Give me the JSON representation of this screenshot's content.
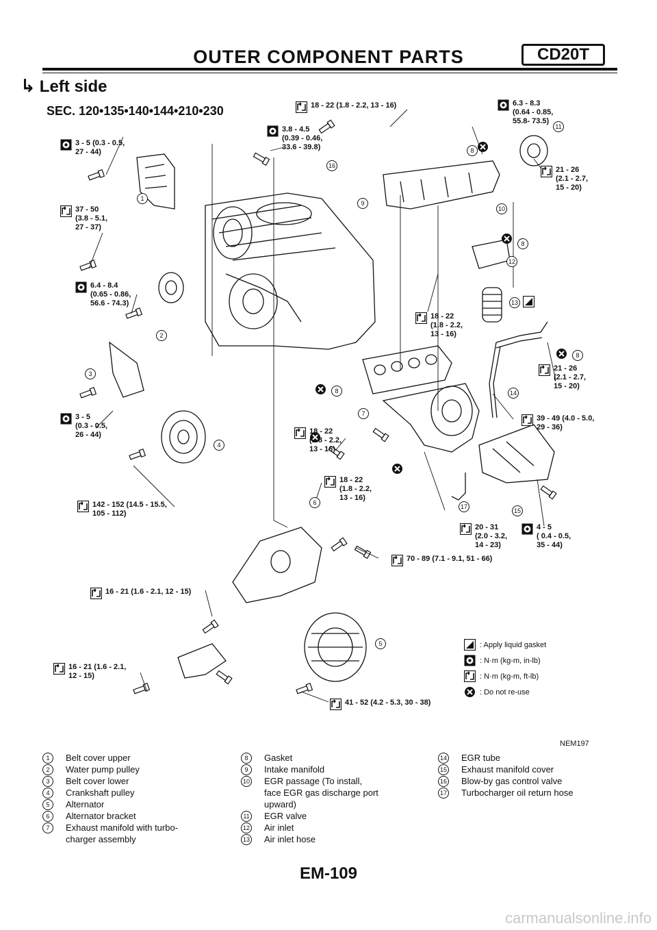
{
  "header": {
    "title": "OUTER COMPONENT PARTS",
    "engine": "CD20T"
  },
  "section": {
    "title": "Left side",
    "sec": "SEC. 120•135•140•144•210•230"
  },
  "torques": [
    {
      "text": "3 - 5 (0.3 - 0.5,\n27 - 44)",
      "unit": "nm-inlb"
    },
    {
      "text": "37 - 50\n(3.8 - 5.1,\n27 - 37)",
      "unit": "nm-ftlb"
    },
    {
      "text": "6.4 - 8.4\n(0.65 - 0.86,\n56.6 - 74.3)",
      "unit": "nm-inlb"
    },
    {
      "text": "3 - 5\n(0.3 - 0.5,\n26 - 44)",
      "unit": "nm-inlb"
    },
    {
      "text": "142 - 152 (14.5 - 15.5,\n105 - 112)",
      "unit": "nm-ftlb"
    },
    {
      "text": "18 - 22 (1.8 - 2.2, 13 - 16)",
      "unit": "nm-ftlb"
    },
    {
      "text": "3.8 - 4.5\n(0.39 - 0.46,\n33.6 - 39.8)",
      "unit": "nm-inlb"
    },
    {
      "text": "6.3 - 8.3\n(0.64 - 0.85,\n55.8- 73.5)",
      "unit": "nm-inlb"
    },
    {
      "text": "21 - 26\n(2.1 - 2.7,\n15 - 20)",
      "unit": "nm-ftlb"
    },
    {
      "text": "18 - 22\n(1.8 - 2.2,\n13 - 16)",
      "unit": "nm-ftlb"
    },
    {
      "text": "21 - 26\n(2.1 - 2.7,\n15 - 20)",
      "unit": "nm-ftlb"
    },
    {
      "text": "39 - 49 (4.0 - 5.0,\n29 - 36)",
      "unit": "nm-ftlb"
    },
    {
      "text": "18 - 22\n(1.8 - 2.2,\n13 - 16)",
      "unit": "nm-ftlb"
    },
    {
      "text": "18 - 22\n(1.8 - 2.2,\n13 - 16)",
      "unit": "nm-ftlb"
    },
    {
      "text": "20 - 31\n(2.0 - 3.2,\n14 - 23)",
      "unit": "nm-ftlb"
    },
    {
      "text": "4 - 5\n( 0.4 - 0.5,\n35 - 44)",
      "unit": "nm-inlb"
    },
    {
      "text": "70 - 89 (7.1 - 9.1, 51 - 66)",
      "unit": "nm-ftlb"
    },
    {
      "text": "16 - 21 (1.6 - 2.1, 12 - 15)",
      "unit": "nm-ftlb"
    },
    {
      "text": "16 - 21 (1.6 - 2.1,\n12 - 15)",
      "unit": "nm-ftlb"
    },
    {
      "text": "41 - 52 (4.2 - 5.3, 30 - 38)",
      "unit": "nm-ftlb"
    }
  ],
  "callouts": [
    "1",
    "2",
    "3",
    "4",
    "5",
    "6",
    "7",
    "8",
    "9",
    "10",
    "11",
    "12",
    "13",
    "14",
    "15",
    "16",
    "17"
  ],
  "legend": [
    {
      "icon": "liquid-gasket-icon",
      "text": ": Apply liquid gasket"
    },
    {
      "icon": "torque-inlb-icon",
      "text": ": N·m (kg-m, in-lb)"
    },
    {
      "icon": "torque-ftlb-icon",
      "text": ": N·m (kg-m, ft-lb)"
    },
    {
      "icon": "do-not-reuse-icon",
      "text": ": Do not re-use"
    }
  ],
  "ref": "NEM197",
  "parts": [
    {
      "num": "1",
      "name": "Belt cover upper"
    },
    {
      "num": "2",
      "name": "Water pump pulley"
    },
    {
      "num": "3",
      "name": "Belt cover lower"
    },
    {
      "num": "4",
      "name": "Crankshaft pulley"
    },
    {
      "num": "5",
      "name": "Alternator"
    },
    {
      "num": "6",
      "name": "Alternator bracket"
    },
    {
      "num": "7",
      "name": "Exhaust manifold with turbo-\ncharger assembly"
    },
    {
      "num": "8",
      "name": "Gasket"
    },
    {
      "num": "9",
      "name": "Intake manifold"
    },
    {
      "num": "10",
      "name": "EGR passage (To install,\nface EGR gas discharge port\nupward)"
    },
    {
      "num": "11",
      "name": "EGR valve"
    },
    {
      "num": "12",
      "name": "Air inlet"
    },
    {
      "num": "13",
      "name": "Air inlet hose"
    },
    {
      "num": "14",
      "name": "EGR tube"
    },
    {
      "num": "15",
      "name": "Exhaust manifold cover"
    },
    {
      "num": "16",
      "name": "Blow-by gas control valve"
    },
    {
      "num": "17",
      "name": "Turbocharger oil return hose"
    }
  ],
  "page": "EM-109",
  "watermark": "carmanualsonline.info"
}
